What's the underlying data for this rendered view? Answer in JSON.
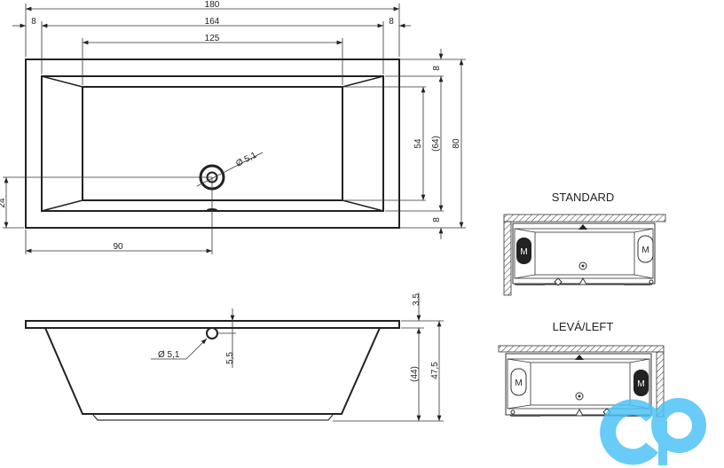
{
  "top_view": {
    "dims": {
      "overall_length": "180",
      "rim_left": "8",
      "inner_length": "164",
      "rim_right": "8",
      "bottom_length": "125",
      "bottom_width": "54",
      "inner_width": "(64)",
      "overall_width": "80",
      "rim_top": "8",
      "rim_bottom": "8",
      "drain_offset_y": "24",
      "drain_offset_x": "90",
      "drain_diameter": "Ø 5,1"
    }
  },
  "side_view": {
    "dims": {
      "rim_thickness": "3,5",
      "overflow_offset": "5,5",
      "overflow_diameter": "Ø 5,1",
      "inner_depth": "(44)",
      "overall_height": "47,5"
    }
  },
  "layouts": [
    {
      "title": "STANDARD",
      "motor_label": "M"
    },
    {
      "title": "LEVÁ/LEFT",
      "motor_label": "M"
    }
  ],
  "colors": {
    "line": "#222222",
    "watermark": "#4fc3f7"
  }
}
